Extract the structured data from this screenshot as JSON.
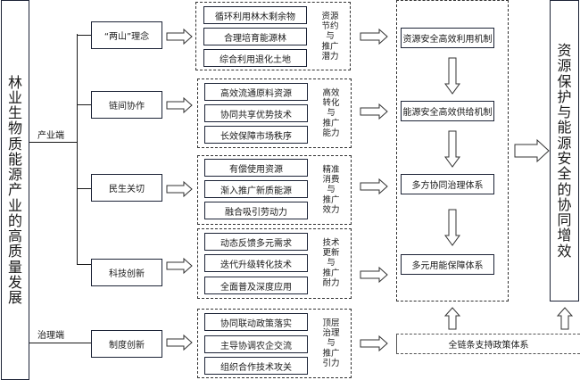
{
  "left_title": "林业生物质能源产业的高质量发展",
  "branches": {
    "industry_label": "产业端",
    "governance_label": "治理端"
  },
  "categories": [
    {
      "label": "“两山”理念",
      "items": [
        "循环利用林木剩余物",
        "合理培育能源林",
        "综合利用退化土地"
      ],
      "effect": [
        "资源",
        "节约",
        "与",
        "推广",
        "潜力"
      ]
    },
    {
      "label": "链间协作",
      "items": [
        "高效流通原料资源",
        "协同共享优势技术",
        "长效保障市场秩序"
      ],
      "effect": [
        "高效",
        "转化",
        "与",
        "推广",
        "能力"
      ]
    },
    {
      "label": "民生关切",
      "items": [
        "有偿使用资源",
        "渐入推广新质能源",
        "融合吸引劳动力"
      ],
      "effect": [
        "精准",
        "消费",
        "与",
        "推广",
        "效力"
      ]
    },
    {
      "label": "科技创新",
      "items": [
        "动态反馈多元需求",
        "迭代升级转化技术",
        "全面普及深度应用"
      ],
      "effect": [
        "技术",
        "更新",
        "与",
        "推广",
        "耐力"
      ]
    },
    {
      "label": "制度创新",
      "items": [
        "协同联动政策落实",
        "主导协调农企交流",
        "组织合作技术攻关"
      ],
      "effect": [
        "顶层",
        "治理",
        "与",
        "推广",
        "引力"
      ]
    }
  ],
  "mechanisms": [
    "资源安全高效利用机制",
    "能源安全高效供给机制",
    "多方协同治理体系",
    "多元用能保障体系"
  ],
  "policy_system": "全链条支持政策体系",
  "outcome_title": "资源保护与能源安全的协同增效"
}
